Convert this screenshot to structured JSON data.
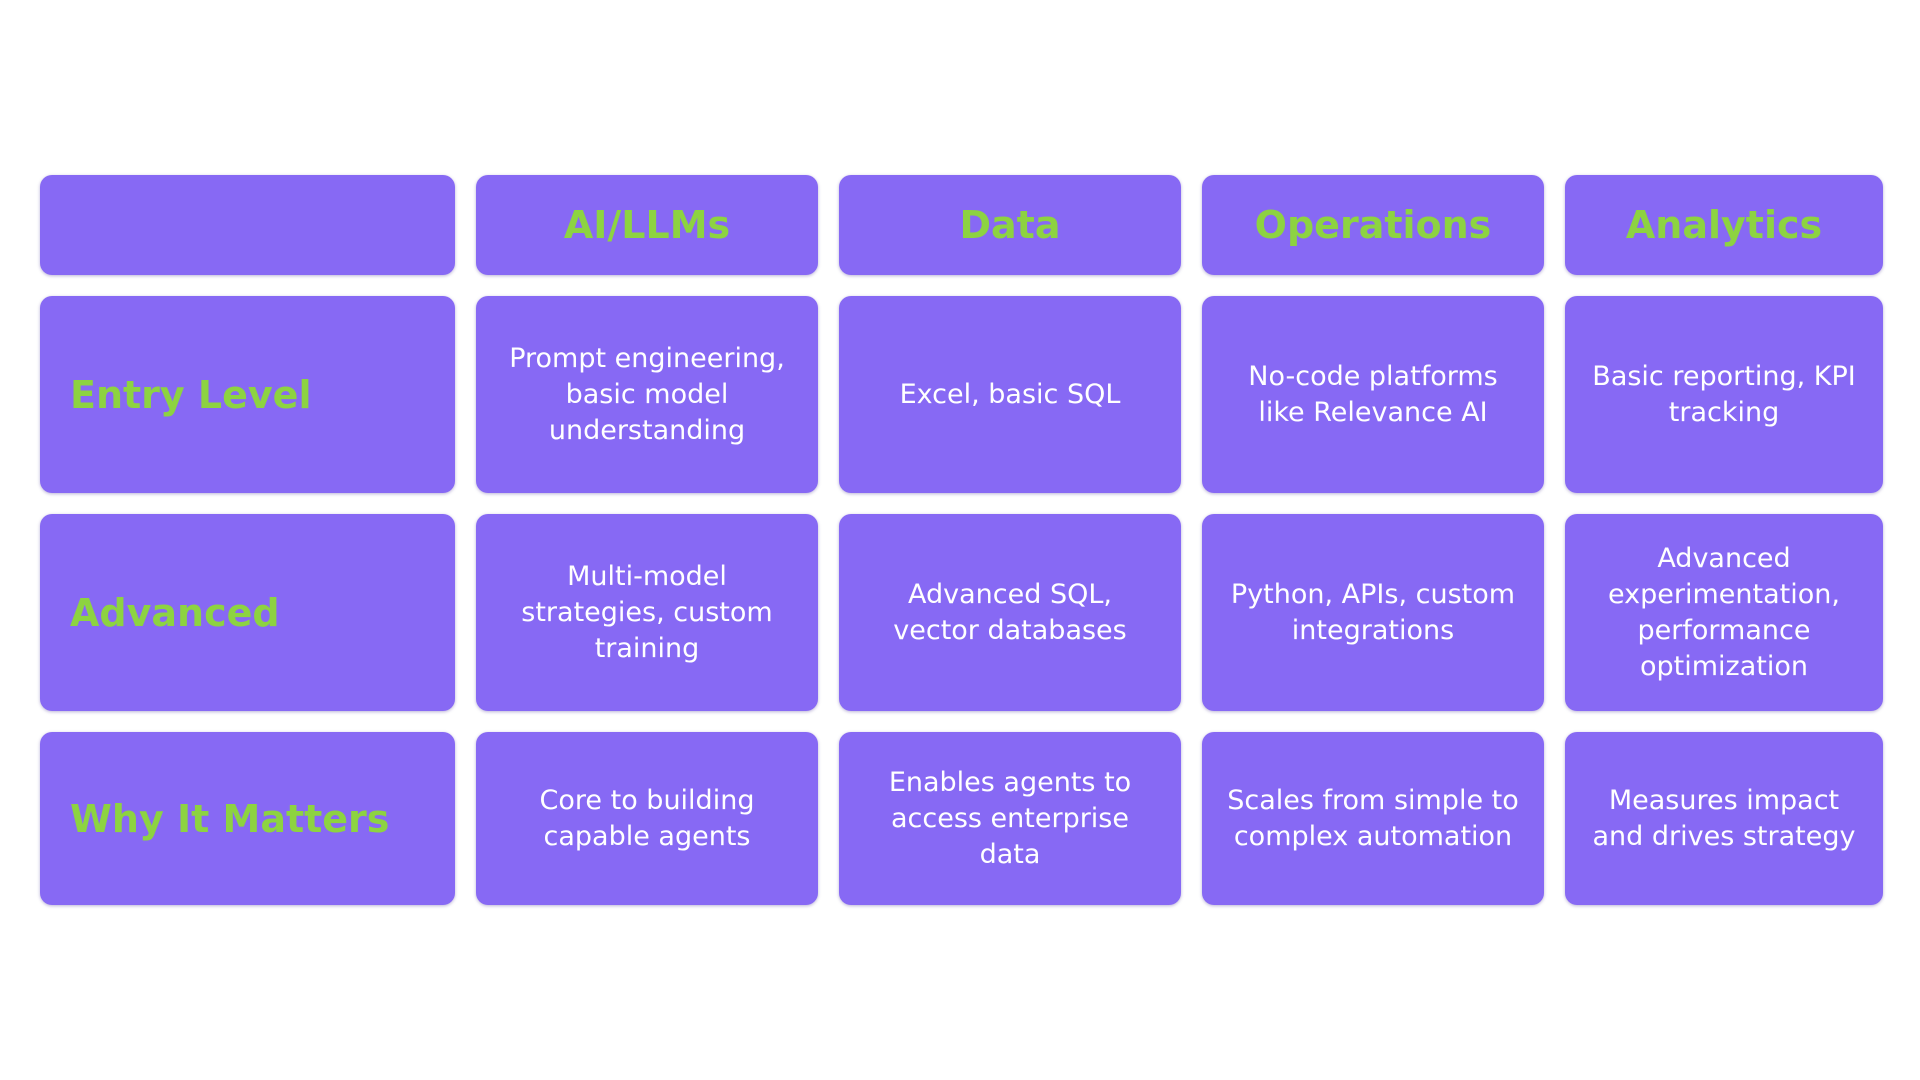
{
  "colors": {
    "cell_background": "#8769f4",
    "heading_text": "#8dd341",
    "body_text": "#ffffff",
    "page_background": "#ffffff"
  },
  "table": {
    "corner": "",
    "columns": [
      "AI/LLMs",
      "Data",
      "Operations",
      "Analytics"
    ],
    "rows": [
      {
        "label": "Entry Level",
        "cells": [
          "Prompt engineering, basic model understanding",
          "Excel, basic SQL",
          "No-code platforms like Relevance AI",
          "Basic reporting, KPI tracking"
        ]
      },
      {
        "label": "Advanced",
        "cells": [
          "Multi-model strategies, custom training",
          "Advanced SQL, vector databases",
          "Python, APIs, custom integrations",
          "Advanced experimentation, performance optimization"
        ]
      },
      {
        "label": "Why It Matters",
        "cells": [
          "Core to building capable agents",
          "Enables agents to access enterprise data",
          "Scales from simple to complex automation",
          "Measures impact and drives strategy"
        ]
      }
    ]
  }
}
